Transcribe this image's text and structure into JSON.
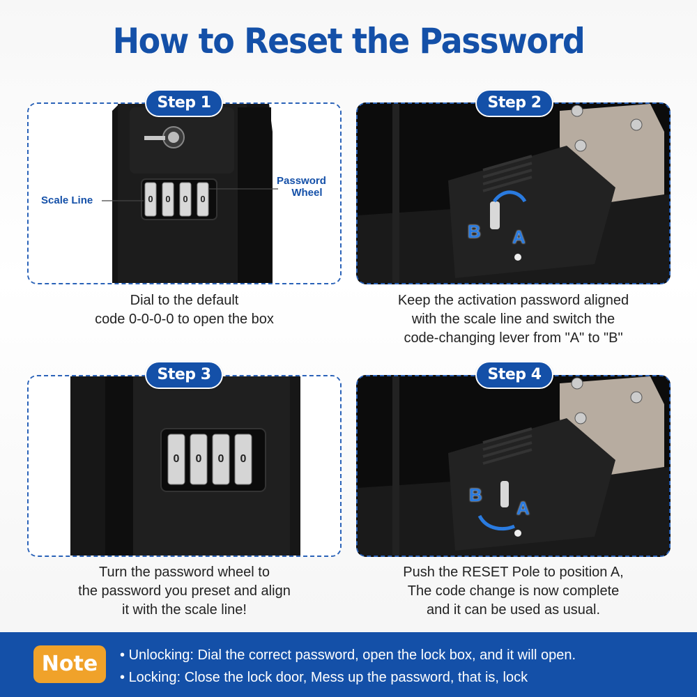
{
  "header": {
    "title": "How to Reset the Password"
  },
  "steps": [
    {
      "label": "Step 1",
      "caption": [
        "Dial to the default",
        "code 0-0-0-0 to open the box"
      ],
      "callouts": {
        "scale_line": "Scale Line",
        "password_wheel_1": "Password",
        "password_wheel_2": "Wheel"
      },
      "wheel_digits": [
        "0",
        "0",
        "0",
        "0"
      ]
    },
    {
      "label": "Step 2",
      "caption": [
        "Keep the activation password aligned",
        "with the scale line and switch the",
        "code-changing lever from \"A\" to \"B\""
      ],
      "markers": {
        "b": "B",
        "a": "A"
      }
    },
    {
      "label": "Step 3",
      "caption": [
        "Turn the password wheel to",
        "the password you preset and align",
        "it with the scale line!"
      ],
      "wheel_digits": [
        "0",
        "0",
        "0",
        "0"
      ]
    },
    {
      "label": "Step 4",
      "caption": [
        "Push the RESET Pole to position A,",
        "The code change is now complete",
        "and it can be used as usual."
      ],
      "markers": {
        "b": "B",
        "a": "A"
      }
    }
  ],
  "note": {
    "badge": "Note",
    "lines": [
      "Unlocking: Dial the correct password, open the lock box, and it will open.",
      "Locking: Close the lock door, Mess up the password, that is, lock"
    ]
  },
  "colors": {
    "brand_blue": "#1450a8",
    "note_orange": "#f0a22a",
    "arrow_blue": "#2a7be0"
  }
}
